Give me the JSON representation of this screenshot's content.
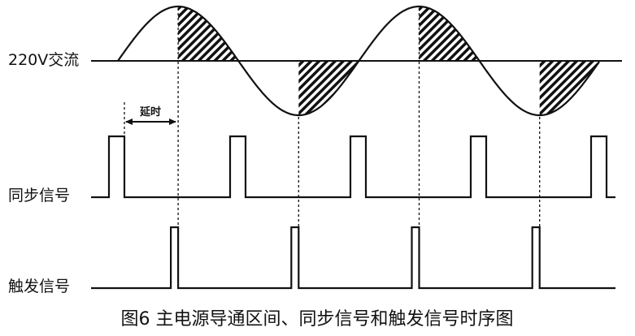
{
  "labels": {
    "ac": "220V交流",
    "sync": "同步信号",
    "trigger": "触发信号",
    "delay": "延时"
  },
  "caption": "图6 主电源导通区间、同步信号和触发信号时序图",
  "colors": {
    "line": "#111111",
    "background": "#ffffff"
  }
}
